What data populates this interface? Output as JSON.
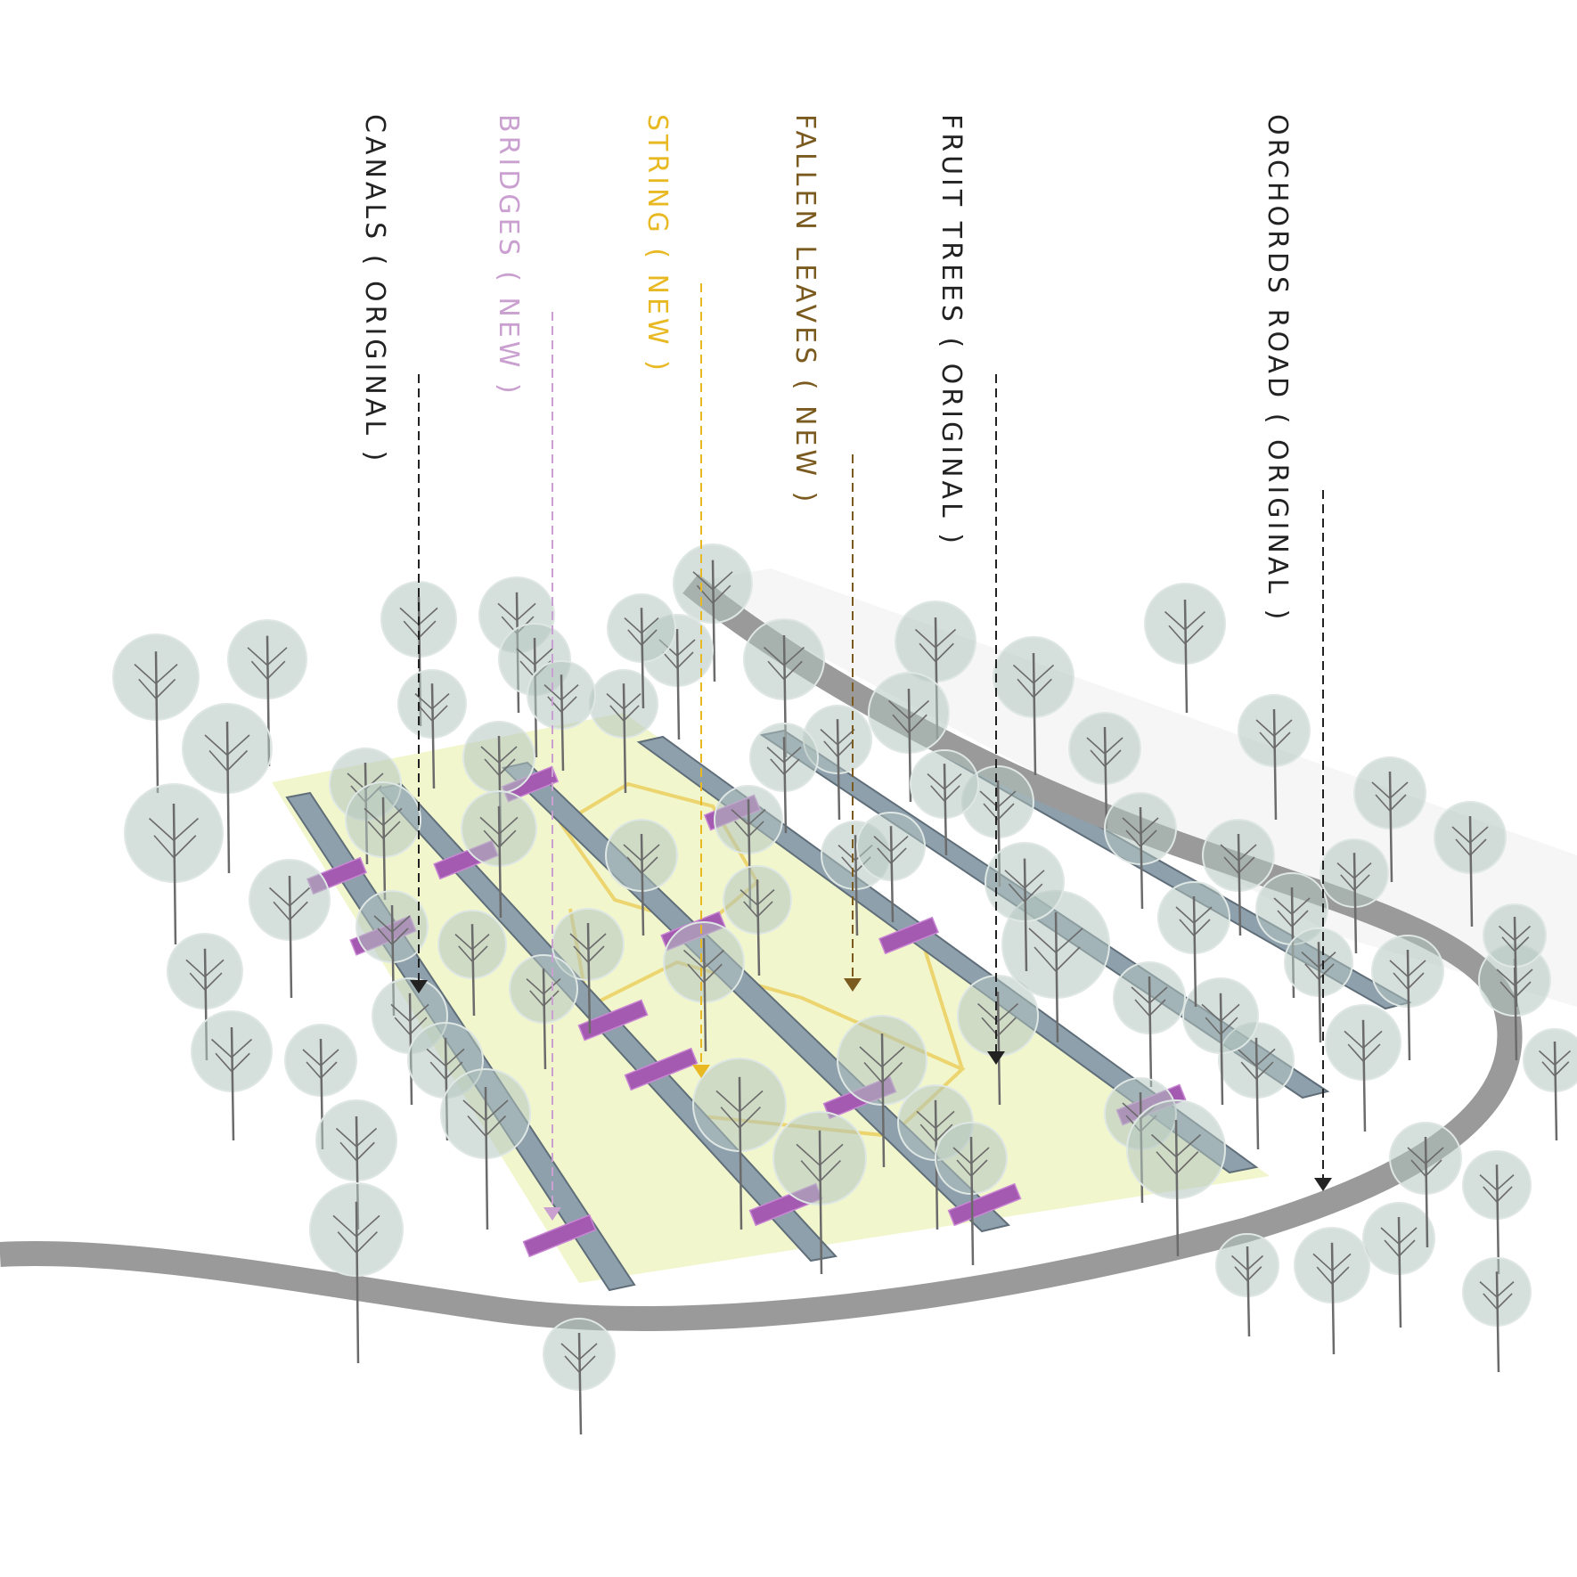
{
  "legend": [
    {
      "key": "canals",
      "name": "CANALS",
      "status": "( ORIGINAL )",
      "color": "#222222"
    },
    {
      "key": "bridges",
      "name": "BRIDGES",
      "status": "( NEW )",
      "color": "#c9a0cf"
    },
    {
      "key": "string",
      "name": "STRING",
      "status": "( NEW )",
      "color": "#e8b923"
    },
    {
      "key": "leaves",
      "name": "FALLEN LEAVES",
      "status": "( NEW )",
      "color": "#7a5a1e"
    },
    {
      "key": "trees",
      "name": "FRUIT TREES",
      "status": "( ORIGINAL )",
      "color": "#222222"
    },
    {
      "key": "road",
      "name": "ORCHORDS ROAD",
      "status": "( ORIGINAL )",
      "color": "#222222"
    }
  ],
  "colors": {
    "ground": "#f0f4c3",
    "canal": "#8fa0ad",
    "bridge": "#a45ab0",
    "road": "#9a9a9a",
    "tree_canopy": "#b3c4bf",
    "tree_trunk": "#6b6b6b"
  }
}
